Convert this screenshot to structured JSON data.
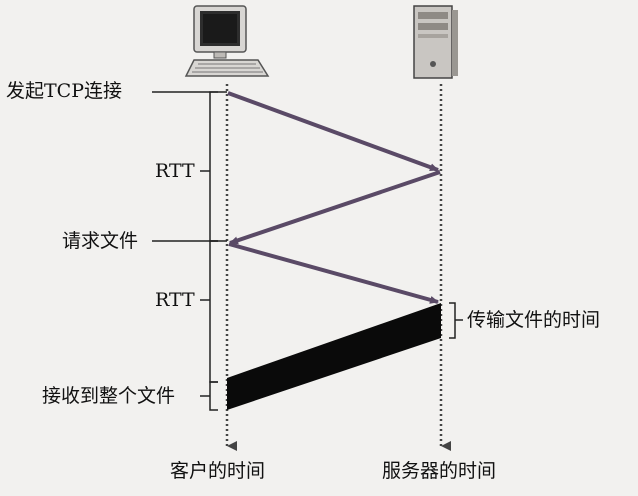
{
  "labels": {
    "initiate_tcp": "发起TCP连接",
    "rtt_1": "RTT",
    "request_file": "请求文件",
    "rtt_2": "RTT",
    "transmit_time": "传输文件的时间",
    "receive_file": "接收到整个文件",
    "client_time": "客户的时间",
    "server_time": "服务器的时间"
  },
  "icons": {
    "client": "desktop-computer-icon",
    "server": "tower-server-icon"
  },
  "colors": {
    "arrow": "#5a4a66",
    "transfer": "#0a0a0a",
    "timeline": "#444444",
    "text": "#111111",
    "background": "#f2f1ef"
  }
}
